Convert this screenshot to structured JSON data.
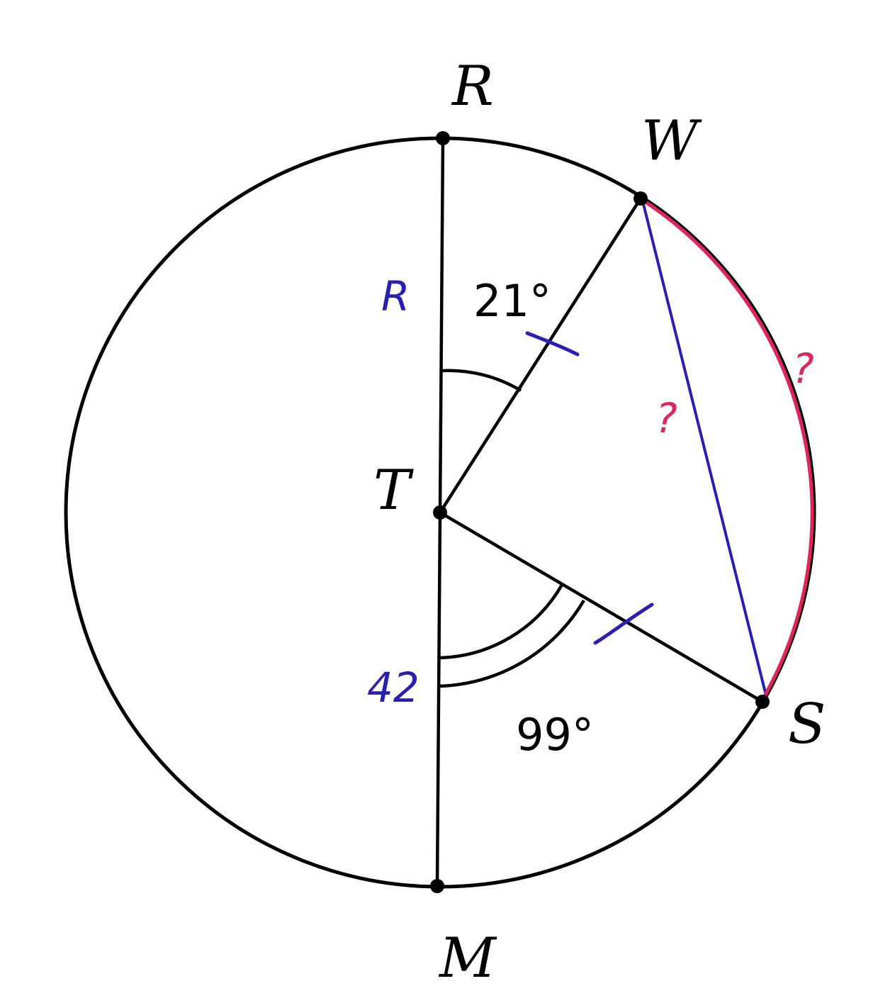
{
  "points": {
    "R": "R",
    "W": "W",
    "T": "T",
    "S": "S",
    "M": "M"
  },
  "angles": {
    "RTW": "21°",
    "MTS": "99°"
  },
  "annotations": {
    "radius_upper": "R",
    "radius_lower": "42",
    "chord_unknown": "?",
    "arc_unknown": "?"
  },
  "colors": {
    "ink": "#000000",
    "blue": "#2a1fb5",
    "red": "#e0245e"
  }
}
